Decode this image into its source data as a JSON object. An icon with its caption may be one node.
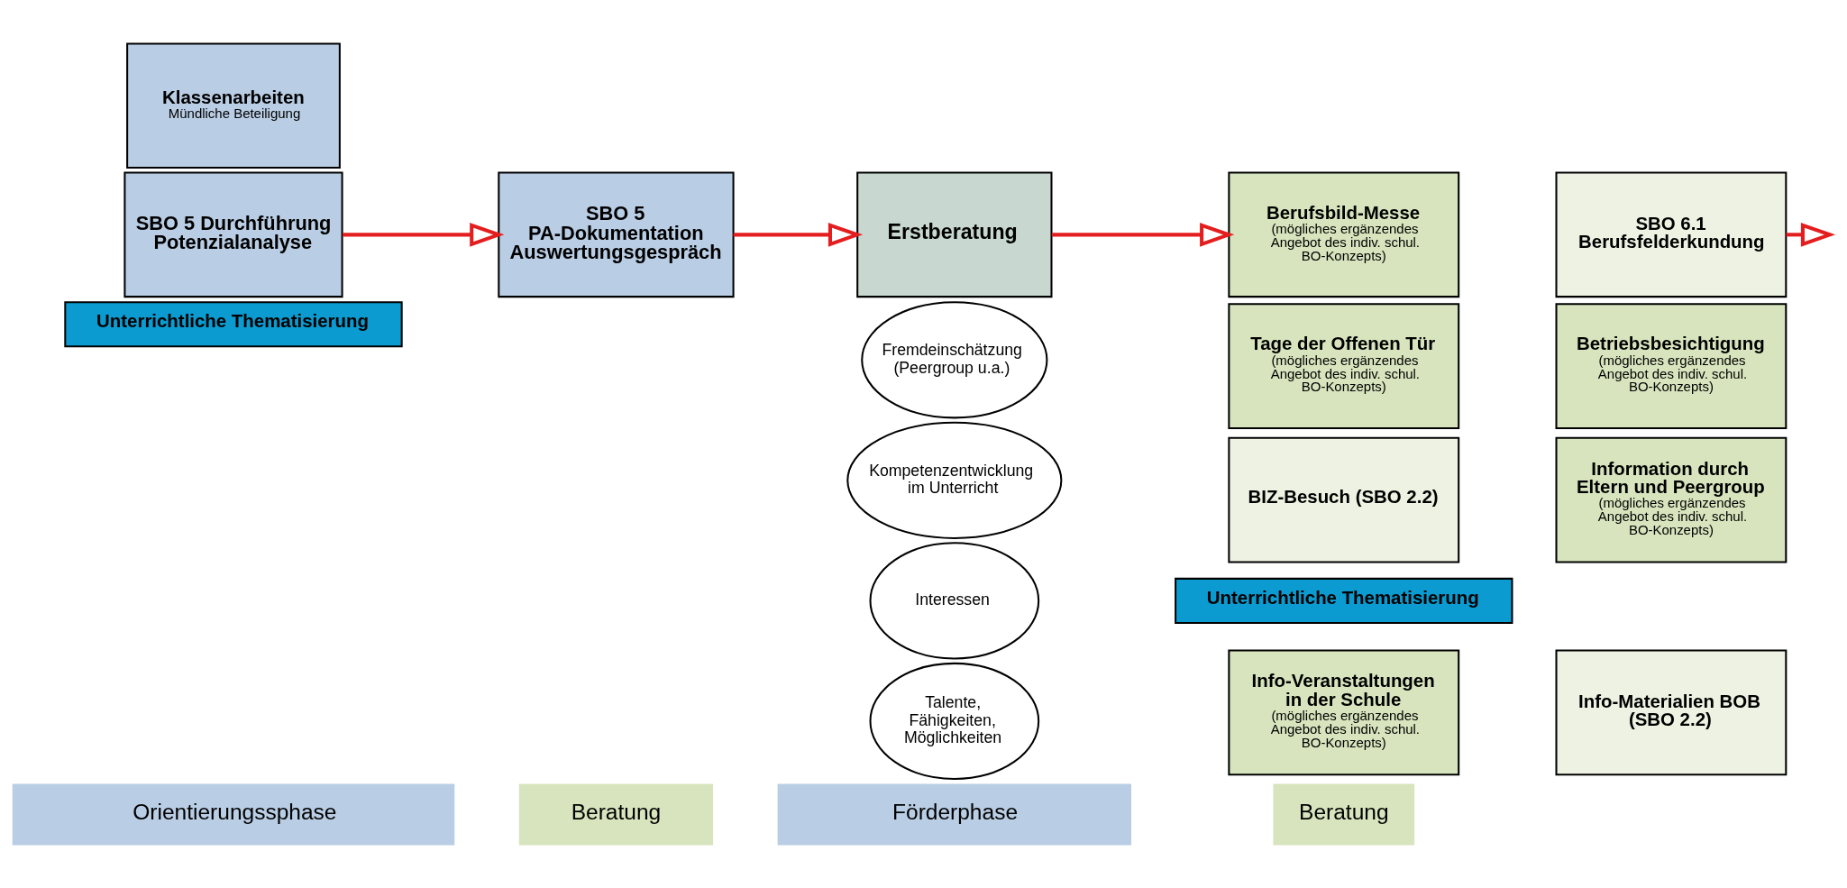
{
  "diagram": {
    "nodes": [
      {
        "text": [
          "Klassenarbeiten",
          "Mündliche Beteiligung"
        ]
      },
      {
        "text": [
          "SBO 5 Durchführung Potenzialanalyse"
        ]
      },
      {
        "text": [
          "SBO 5 PA-Dokumentation Auswertungsgespräch"
        ]
      },
      {
        "text": [
          "Unterrichtliche Thematisierung"
        ]
      },
      {
        "text": [
          "Talente, Fähigkeiten, Möglichkeiten"
        ]
      },
      {
        "text": [
          "Interessen"
        ]
      },
      {
        "text": [
          "Erstberatung"
        ]
      },
      {
        "text": [
          "Fremdeinschätzung (Peergroup u.a.)"
        ]
      },
      {
        "text": [
          "Kompetenzentwicklung im Unterricht"
        ]
      },
      {
        "text": [
          "Info-Veranstaltungen in der Schule",
          "(mögliches ergänzendes Angebot des indiv. schul. BO-Konzepts)"
        ]
      },
      {
        "text": [
          "Info-Materialien BOB (SBO 2.2)"
        ]
      },
      {
        "text": [
          "Berufsbild-Messe",
          "(mögliches ergänzendes Angebot des indiv. schul. BO-Konzepts)"
        ]
      },
      {
        "text": [
          "SBO 6.1 Berufsfelderkundung"
        ]
      },
      {
        "text": [
          "Tage der Offenen Tür",
          "(mögliches ergänzendes Angebot des indiv. schul. BO-Konzepts)"
        ]
      },
      {
        "text": [
          "Betriebsbesichtigung",
          "(mögliches ergänzendes Angebot des indiv. schul. BO-Konzepts)"
        ]
      },
      {
        "text": [
          "BIZ-Besuch (SBO 2.2)"
        ]
      },
      {
        "text": [
          "Information durch Eltern und Peergroup",
          "(mögliches ergänzendes Angebot des indiv. schul. BO-Konzepts)"
        ]
      },
      {
        "text": [
          "Unterrichtliche Thematisierung"
        ]
      },
      {
        "text": [
          "Orientierungssphase"
        ]
      },
      {
        "text": [
          "Beratung"
        ]
      },
      {
        "text": [
          "Förderphase"
        ]
      },
      {
        "text": [
          "Beratung"
        ]
      }
    ],
    "edges": [
      {
        "from": 1,
        "to": 2,
        "arrow": "to"
      },
      {
        "from": 2,
        "to": 6,
        "arrow": "to"
      },
      {
        "from": 6,
        "to": 11,
        "arrow": "to"
      },
      {
        "from": 12,
        "to": null,
        "arrow": "to"
      }
    ]
  }
}
